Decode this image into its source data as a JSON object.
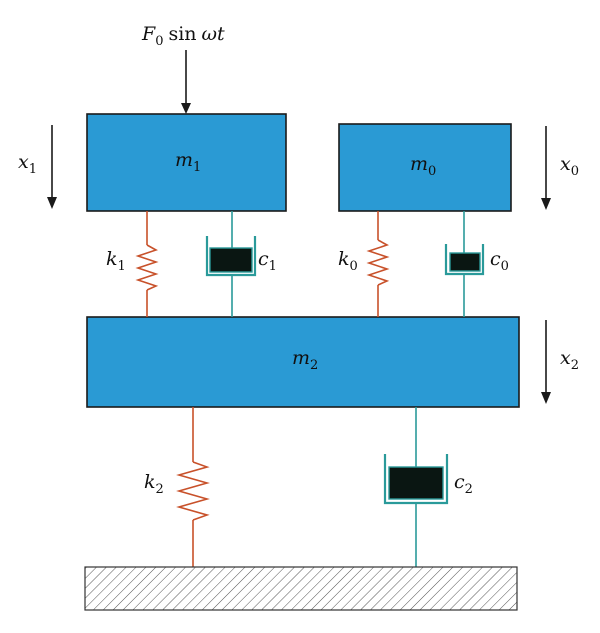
{
  "force": {
    "symbol": "F",
    "subscript": "0",
    "function": "sin",
    "argument": "ωt"
  },
  "masses": {
    "m1": {
      "symbol": "m",
      "subscript": "1"
    },
    "m0": {
      "symbol": "m",
      "subscript": "0"
    },
    "m2": {
      "symbol": "m",
      "subscript": "2"
    }
  },
  "displacements": {
    "x1": {
      "symbol": "x",
      "subscript": "1"
    },
    "x0": {
      "symbol": "x",
      "subscript": "0"
    },
    "x2": {
      "symbol": "x",
      "subscript": "2"
    }
  },
  "springs": {
    "k1": {
      "symbol": "k",
      "subscript": "1"
    },
    "k0": {
      "symbol": "k",
      "subscript": "0"
    },
    "k2": {
      "symbol": "k",
      "subscript": "2"
    }
  },
  "dampers": {
    "c1": {
      "symbol": "c",
      "subscript": "1"
    },
    "c0": {
      "symbol": "c",
      "subscript": "0"
    },
    "c2": {
      "symbol": "c",
      "subscript": "2"
    }
  },
  "colors": {
    "mass_fill": "#2a9ad4",
    "spring": "#c8512a",
    "damper": "#2a9a9a",
    "piston": "#0a1612"
  }
}
